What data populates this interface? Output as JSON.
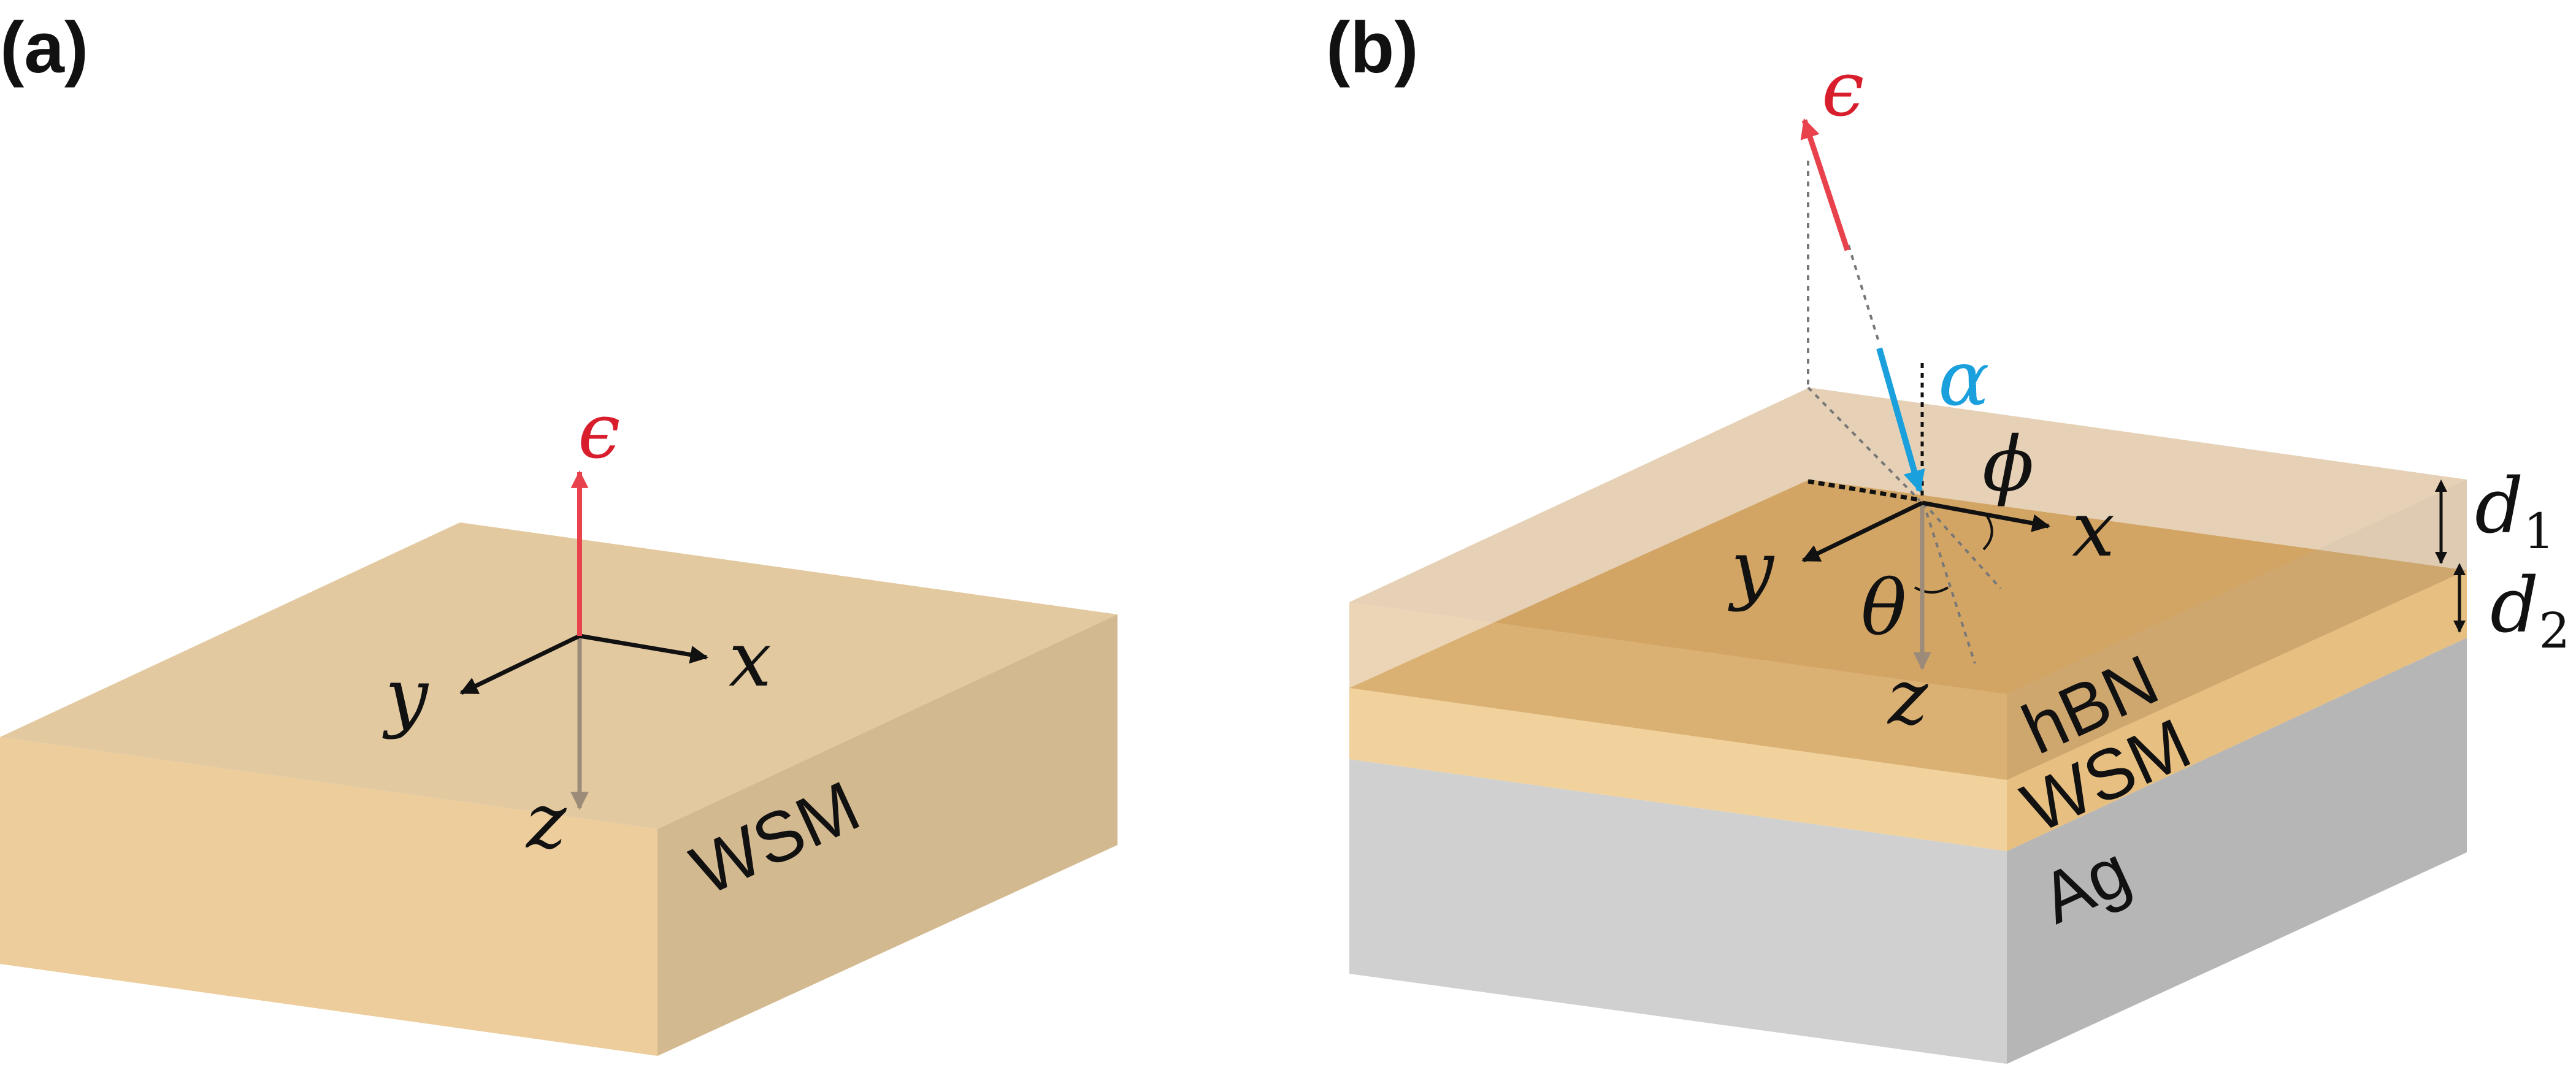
{
  "panels": {
    "a": {
      "label": "(a)",
      "axes": {
        "x": "x",
        "y": "y",
        "z": "z"
      },
      "epsilon": "ϵ",
      "slab_label": "WSM"
    },
    "b": {
      "label": "(b)",
      "axes": {
        "x": "x",
        "y": "y",
        "z": "z"
      },
      "epsilon": "ϵ",
      "alpha": "α",
      "phi": "ϕ",
      "theta": "θ",
      "thickness": [
        {
          "symbol": "d",
          "sub": "1"
        },
        {
          "symbol": "d",
          "sub": "2"
        }
      ],
      "layers": [
        "hBN",
        "WSM",
        "Ag"
      ]
    }
  },
  "colors": {
    "epsilon": "#d81e2c",
    "alpha": "#1aa0dc",
    "wsm_top": "#e3c9a0",
    "wsm_front": "#eccd9b",
    "wsm_side": "#d3b98f",
    "ag_front": "#d0d0d0",
    "ag_side": "#b6b6b6",
    "z_axis": "#9b8b78"
  }
}
